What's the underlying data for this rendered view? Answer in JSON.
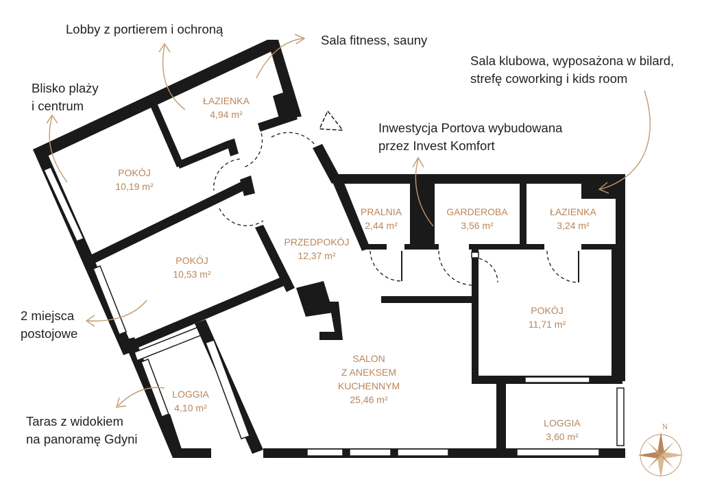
{
  "notes": {
    "lobby": "Lobby z portierem i ochroną",
    "fitness": "Sala fitness, sauny",
    "beach_line1": "Blisko plaży",
    "beach_line2": "i centrum",
    "club_line1": "Sala klubowa, wyposażona w bilard,",
    "club_line2": "strefę coworking i kids room",
    "investment_line1": "Inwestycja Portova wybudowana",
    "investment_line2": "przez Invest Komfort",
    "parking_line1": "2 miejsca",
    "parking_line2": "postojowe",
    "terrace_line1": "Taras z widokiem",
    "terrace_line2": "na panoramę Gdyni"
  },
  "rooms": {
    "bathroom1": {
      "name": "ŁAZIENKA",
      "area": "4,94 m²"
    },
    "room1": {
      "name": "POKÓJ",
      "area": "10,19 m²"
    },
    "room2": {
      "name": "POKÓJ",
      "area": "10,53 m²"
    },
    "hallway": {
      "name": "PRZEDPOKÓJ",
      "area": "12,37 m²"
    },
    "laundry": {
      "name": "PRALNIA",
      "area": "2,44 m²"
    },
    "wardrobe": {
      "name": "GARDEROBA",
      "area": "3,56 m²"
    },
    "bathroom2": {
      "name": "ŁAZIENKA",
      "area": "3,24 m²"
    },
    "room3": {
      "name": "POKÓJ",
      "area": "11,71 m²"
    },
    "salon": {
      "name_line1": "SALON",
      "name_line2": "Z ANEKSEM",
      "name_line3": "KUCHENNYM",
      "area": "25,46 m²"
    },
    "loggia1": {
      "name": "LOGGIA",
      "area": "4,10 m²"
    },
    "loggia2": {
      "name": "LOGGIA",
      "area": "3,60 m²"
    }
  },
  "compass": {
    "north": "N"
  },
  "colors": {
    "wall": "#1a1a1a",
    "label": "#b8865a",
    "arrow": "#c29a6e",
    "text": "#222222"
  }
}
